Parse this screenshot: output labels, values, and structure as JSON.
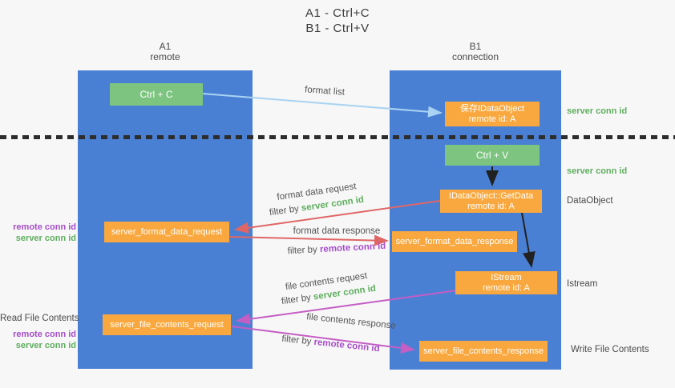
{
  "colors": {
    "lane_blue": "#4a80d4",
    "box_green": "#7cc47f",
    "box_orange": "#f9a83f",
    "arrow_red": "#e06666",
    "arrow_magenta": "#c45ec4",
    "arrow_blue": "#a9d3f2",
    "arrow_black": "#212121",
    "label_green": "#5fae5f",
    "label_purple": "#a64dc8",
    "divider": "#2d2d2d"
  },
  "title": {
    "line1": "A1 - Ctrl+C",
    "line2": "B1 - Ctrl+V"
  },
  "lanes": {
    "a1": {
      "name": "A1",
      "subtitle": "remote"
    },
    "b1": {
      "name": "B1",
      "subtitle": "connection"
    }
  },
  "nodes": {
    "ctrl_c": {
      "label": "Ctrl + C"
    },
    "save_idataobject": {
      "title": "保存IDataObject",
      "subtitle": "remote id: A"
    },
    "ctrl_v": {
      "label": "Ctrl + V"
    },
    "getdata": {
      "title": "IDataObject::GetData",
      "subtitle": "remote id: A"
    },
    "format_request": {
      "label": "server_format_data_request"
    },
    "format_response": {
      "label": "server_format_data_response"
    },
    "istream": {
      "title": "IStream",
      "subtitle": "remote id: A"
    },
    "file_request": {
      "label": "server_file_contents_request"
    },
    "file_response": {
      "label": "server_file_contents_response"
    }
  },
  "edge_labels": {
    "format_list": "format list",
    "format_request_l1": "format data request",
    "format_request_l2_prefix": "filter by ",
    "format_request_l2_key": "server conn id",
    "format_response_l1": "format data response",
    "format_response_l2_prefix": "filter by ",
    "format_response_l2_key": "remote conn id",
    "file_request_l1": "file contents request",
    "file_request_l2_prefix": "filter by ",
    "file_request_l2_key": "server conn id",
    "file_response_l1": "file contents response",
    "file_response_l2_prefix": "filter by ",
    "file_response_l2_key": "remote conn id"
  },
  "side_labels": {
    "right_server_conn_top": "server conn id",
    "right_server_conn_mid": "server conn id",
    "right_dataobject": "DataObject",
    "right_istream": "Istream",
    "right_write_file": "Write File Contents",
    "left_remote_conn_mid": "remote conn id",
    "left_server_conn_mid": "server conn id",
    "left_read_file": "Read File Contents",
    "left_remote_conn_bottom": "remote conn id",
    "left_server_conn_bottom": "server conn id"
  }
}
